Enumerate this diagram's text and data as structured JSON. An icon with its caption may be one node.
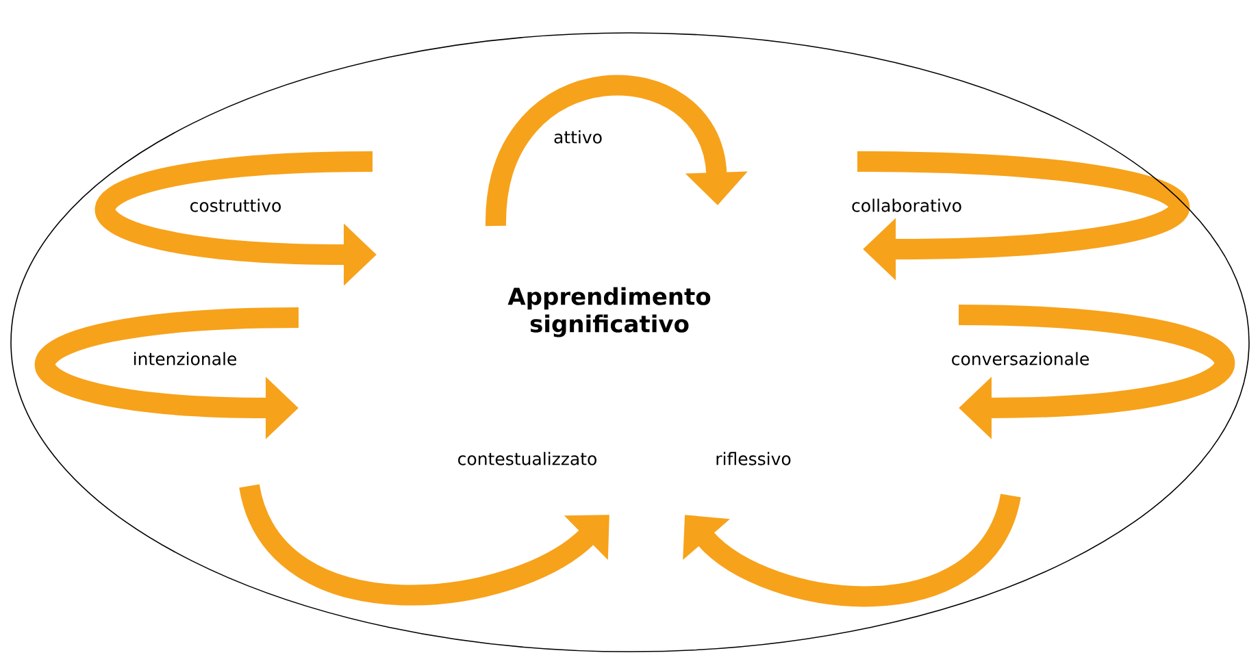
{
  "diagram": {
    "nodes": [
      {
        "text": [],
        "shape": "ellipse"
      },
      {
        "text": [
          "Apprendimento significativo"
        ],
        "in": 0
      }
    ],
    "labels": [
      "attivo",
      "costruttivo",
      "collaborativo",
      "intenzionale",
      "conversazionale",
      "contestualizzato",
      "riflessivo"
    ]
  }
}
